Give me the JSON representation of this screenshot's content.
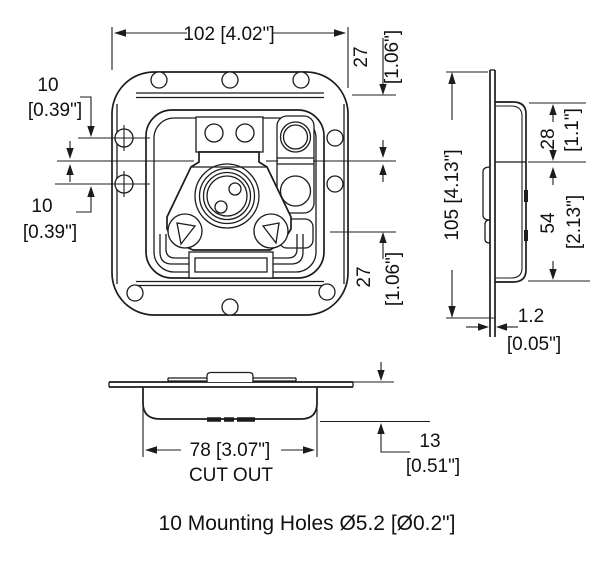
{
  "page": {
    "background": "#ffffff",
    "line_color": "#1c1c1c"
  },
  "caption": "10 Mounting Holes Ø5.2 [Ø0.2\"]",
  "front_view": {
    "width": "102 [4.02\"]",
    "hole_offset_top": {
      "mm": "10",
      "inch": "[0.39\"]"
    },
    "hole_offset_bottom": {
      "mm": "10",
      "inch": "[0.39\"]"
    },
    "top_to_center": {
      "mm": "27",
      "inch": "[1.06\"]"
    },
    "center_to_bottom": {
      "mm": "27",
      "inch": "[1.06\"]"
    }
  },
  "side_view": {
    "height": "105 [4.13\"]",
    "dish_top": {
      "mm": "28",
      "inch": "[1.1\"]"
    },
    "dish_middle": {
      "mm": "54",
      "inch": "[2.13\"]"
    },
    "thickness": {
      "mm": "1.2",
      "inch": "[0.05\"]"
    }
  },
  "bottom_view": {
    "cutout_width": "78 [3.07\"]",
    "cutout_label": "CUT OUT",
    "depth": {
      "mm": "13",
      "inch": "[0.51\"]"
    }
  }
}
